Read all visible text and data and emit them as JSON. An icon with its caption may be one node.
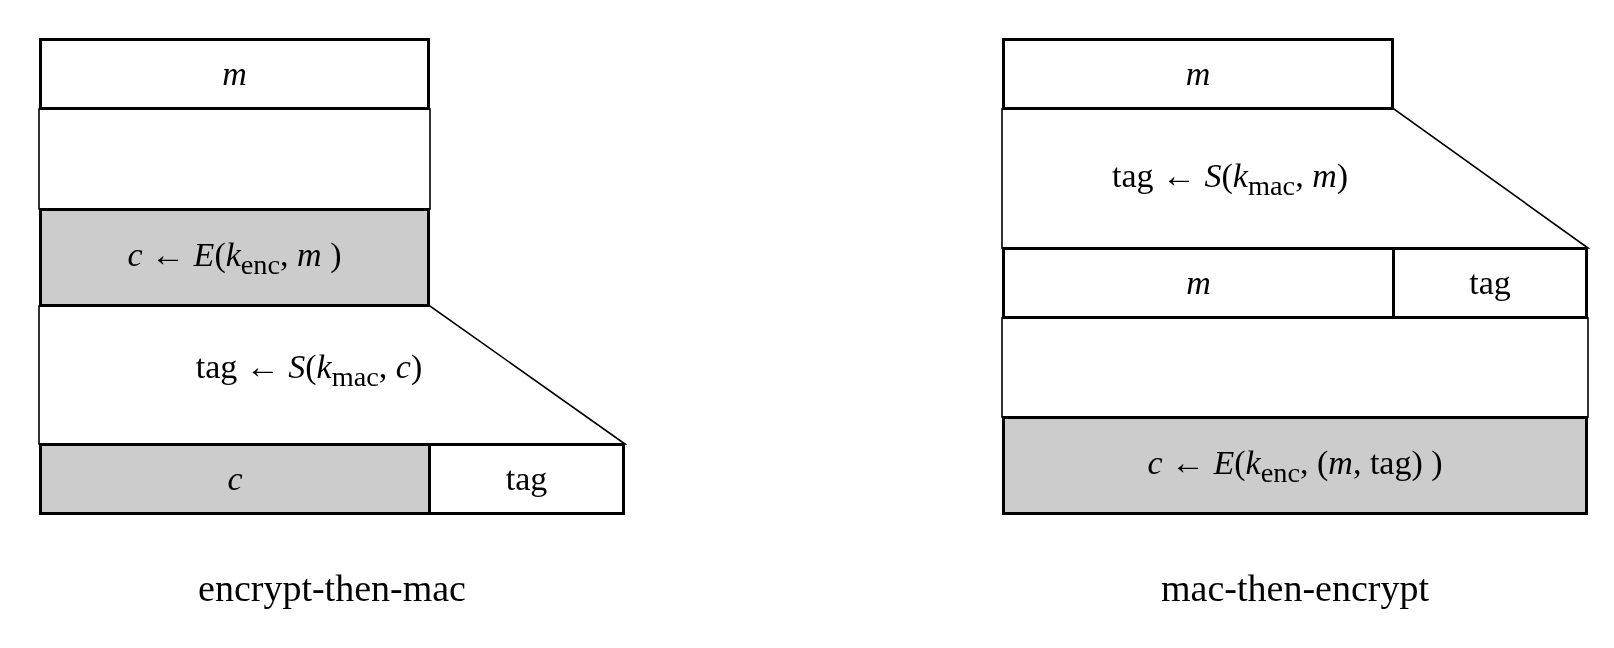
{
  "diagram": {
    "nodes": [
      {
        "text": [
          "m"
        ]
      },
      {
        "text": [],
        "shape": "box"
      },
      {
        "text": [
          "*c* ← *E*(*k*$_{enc}$, *m* )"
        ]
      },
      {
        "text": [
          "tag ← *S*(*k*$_{mac}$, *c*)"
        ]
      },
      {
        "text": [
          "c"
        ]
      },
      {
        "text": [
          "tag"
        ]
      },
      {
        "text": [
          "m"
        ]
      },
      {
        "text": [
          "tag ← *S*(*k*$_{mac}$, *m*)"
        ]
      },
      {
        "text": [
          "m"
        ]
      },
      {
        "text": [
          "tag"
        ]
      },
      {
        "text": [],
        "shape": "box"
      },
      {
        "text": [
          "*c* ← *E*(*k*$_{enc}$,  (*m*, tag) )"
        ]
      }
    ],
    "edges": [],
    "labels": [
      "encrypt-then-mac",
      "mac-then-encrypt"
    ]
  }
}
